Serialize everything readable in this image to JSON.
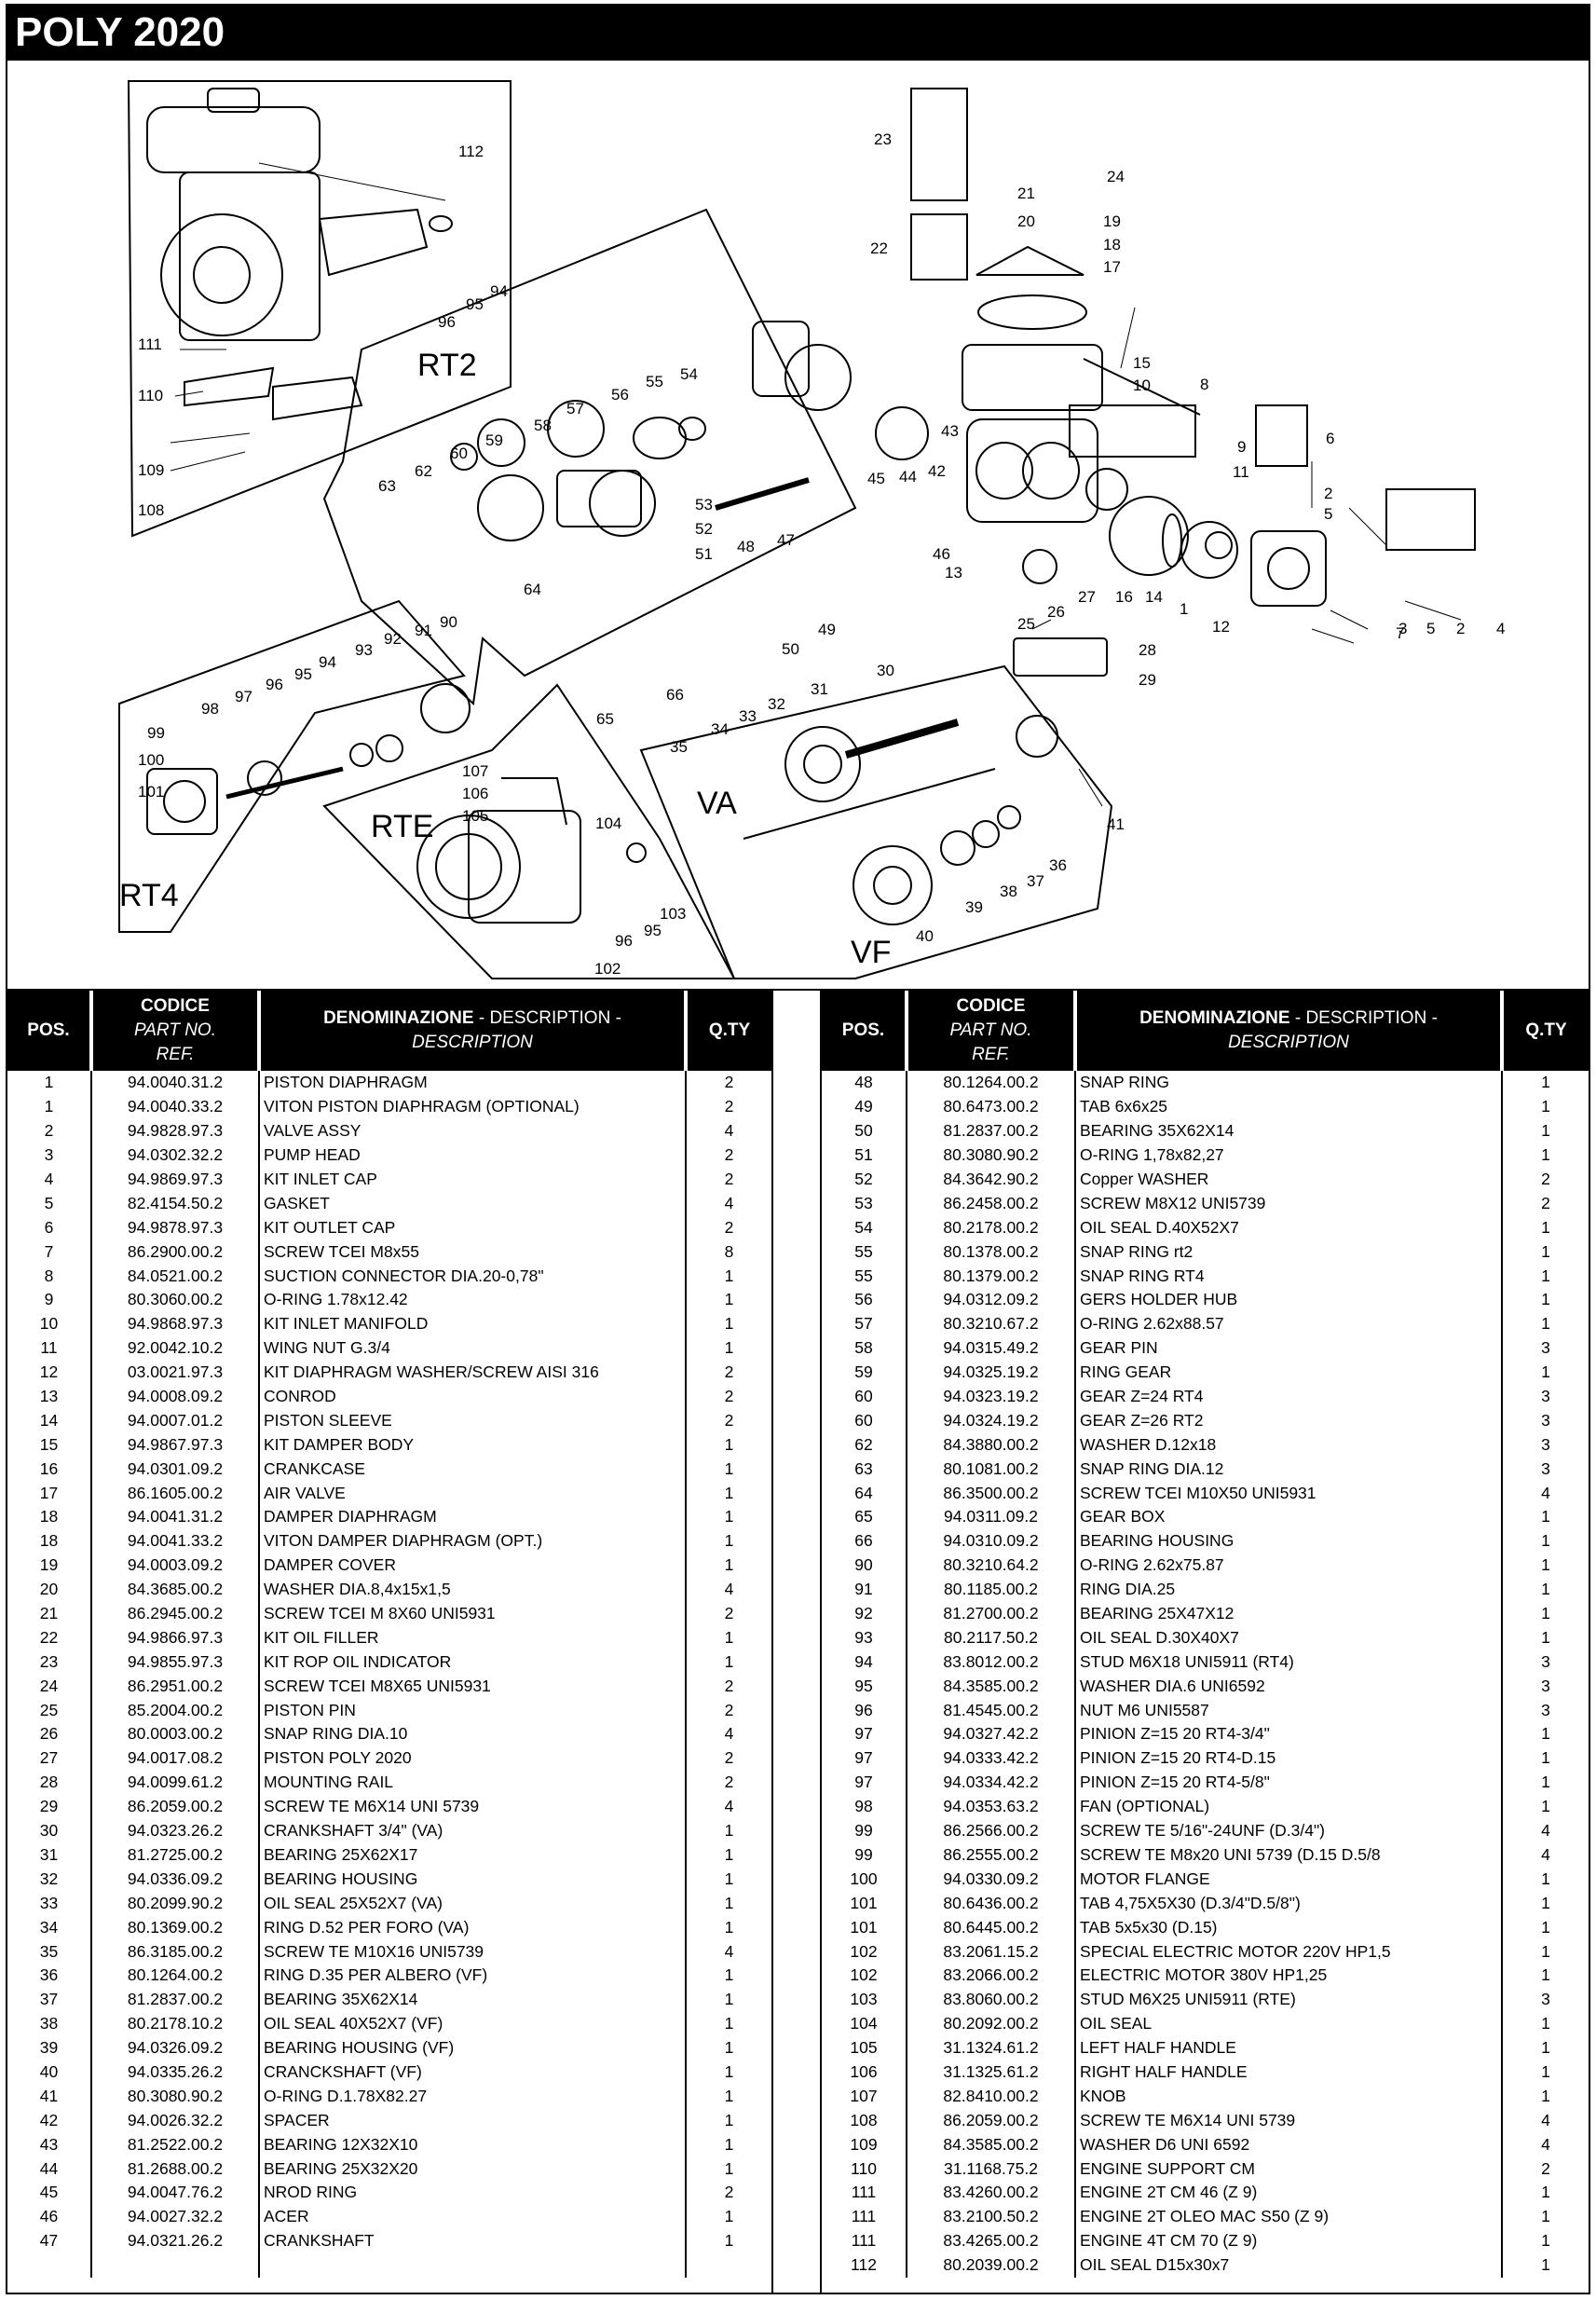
{
  "title": "POLY 2020",
  "diagram": {
    "sections": {
      "rt2": "RT2",
      "rt4": "RT4",
      "rte": "RTE",
      "va": "VA",
      "vf": "VF"
    },
    "callouts": {
      "c1": "1",
      "c2": "2",
      "c2b": "2",
      "c3": "3",
      "c4": "4",
      "c5": "5",
      "c5b": "5",
      "c6": "6",
      "c7": "7",
      "c8": "8",
      "c9": "9",
      "c10": "10",
      "c11": "11",
      "c12": "12",
      "c13": "13",
      "c14": "14",
      "c15": "15",
      "c16": "16",
      "c17": "17",
      "c18": "18",
      "c19": "19",
      "c20": "20",
      "c21": "21",
      "c22": "22",
      "c23": "23",
      "c24": "24",
      "c25": "25",
      "c26": "26",
      "c27": "27",
      "c28": "28",
      "c29": "29",
      "c30": "30",
      "c31": "31",
      "c32": "32",
      "c33": "33",
      "c34": "34",
      "c35": "35",
      "c36": "36",
      "c37": "37",
      "c38": "38",
      "c39": "39",
      "c40": "40",
      "c41": "41",
      "c42": "42",
      "c43": "43",
      "c44": "44",
      "c45": "45",
      "c46": "46",
      "c47": "47",
      "c48": "48",
      "c49": "49",
      "c50": "50",
      "c51": "51",
      "c52": "52",
      "c53": "53",
      "c54": "54",
      "c55": "55",
      "c56": "56",
      "c57": "57",
      "c58": "58",
      "c59": "59",
      "c60": "60",
      "c62": "62",
      "c63": "63",
      "c64": "64",
      "c65": "65",
      "c66": "66",
      "c90": "90",
      "c91": "91",
      "c92": "92",
      "c93": "93",
      "c94": "94",
      "c95": "95",
      "c96": "96",
      "c97": "97",
      "c98": "98",
      "c99": "99",
      "c100": "100",
      "c101": "101",
      "c102": "102",
      "c103": "103",
      "c104": "104",
      "c105": "105",
      "c106": "106",
      "c107": "107",
      "c108": "108",
      "c109": "109",
      "c110": "110",
      "c111": "111",
      "c112": "112",
      "c94b": "94",
      "c95b": "95",
      "c96b": "96",
      "c95c": "95",
      "c96c": "96"
    }
  },
  "table": {
    "headers": {
      "pos": "POS.",
      "code_main": "CODICE",
      "code_sub1": "PART NO.",
      "code_sub2": "REF.",
      "desc_main": "DENOMINAZIONE",
      "desc_sep": " - DESCRIPTION -",
      "desc_sub": "DESCRIPTION",
      "qty": "Q.TY"
    },
    "left_rows": [
      [
        "1",
        "94.0040.31.2",
        "PISTON DIAPHRAGM",
        "2"
      ],
      [
        "1",
        "94.0040.33.2",
        "VITON PISTON DIAPHRAGM (OPTIONAL)",
        "2"
      ],
      [
        "2",
        "94.9828.97.3",
        "VALVE ASSY",
        "4"
      ],
      [
        "3",
        "94.0302.32.2",
        "PUMP HEAD",
        "2"
      ],
      [
        "4",
        "94.9869.97.3",
        "KIT INLET CAP",
        "2"
      ],
      [
        "5",
        "82.4154.50.2",
        "GASKET",
        "4"
      ],
      [
        "6",
        "94.9878.97.3",
        "KIT OUTLET CAP",
        "2"
      ],
      [
        "7",
        "86.2900.00.2",
        "SCREW TCEI M8x55",
        "8"
      ],
      [
        "8",
        "84.0521.00.2",
        "SUCTION CONNECTOR DIA.20-0,78\"",
        "1"
      ],
      [
        "9",
        "80.3060.00.2",
        "O-RING 1.78x12.42",
        "1"
      ],
      [
        "10",
        "94.9868.97.3",
        "KIT INLET MANIFOLD",
        "1"
      ],
      [
        "11",
        "92.0042.10.2",
        "WING NUT G.3/4",
        "1"
      ],
      [
        "12",
        "03.0021.97.3",
        "KIT DIAPHRAGM WASHER/SCREW AISI 316",
        "2"
      ],
      [
        "13",
        "94.0008.09.2",
        "CONROD",
        "2"
      ],
      [
        "14",
        "94.0007.01.2",
        "PISTON SLEEVE",
        "2"
      ],
      [
        "15",
        "94.9867.97.3",
        "KIT DAMPER BODY",
        "1"
      ],
      [
        "16",
        "94.0301.09.2",
        "CRANKCASE",
        "1"
      ],
      [
        "17",
        "86.1605.00.2",
        "AIR VALVE",
        "1"
      ],
      [
        "18",
        "94.0041.31.2",
        "DAMPER DIAPHRAGM",
        "1"
      ],
      [
        "18",
        "94.0041.33.2",
        "VITON DAMPER DIAPHRAGM (OPT.)",
        "1"
      ],
      [
        "19",
        "94.0003.09.2",
        "DAMPER COVER",
        "1"
      ],
      [
        "20",
        "84.3685.00.2",
        "WASHER DIA.8,4x15x1,5",
        "4"
      ],
      [
        "21",
        "86.2945.00.2",
        "SCREW TCEI M 8X60 UNI5931",
        "2"
      ],
      [
        "22",
        "94.9866.97.3",
        "KIT OIL FILLER",
        "1"
      ],
      [
        "23",
        "94.9855.97.3",
        "KIT ROP OIL INDICATOR",
        "1"
      ],
      [
        "24",
        "86.2951.00.2",
        "SCREW TCEI M8X65 UNI5931",
        "2"
      ],
      [
        "25",
        "85.2004.00.2",
        "PISTON PIN",
        "2"
      ],
      [
        "26",
        "80.0003.00.2",
        "SNAP RING DIA.10",
        "4"
      ],
      [
        "27",
        "94.0017.08.2",
        "PISTON POLY 2020",
        "2"
      ],
      [
        "28",
        "94.0099.61.2",
        "MOUNTING RAIL",
        "2"
      ],
      [
        "29",
        "86.2059.00.2",
        "SCREW TE M6X14 UNI 5739",
        "4"
      ],
      [
        "30",
        "94.0323.26.2",
        "CRANKSHAFT 3/4\"  (VA)",
        "1"
      ],
      [
        "31",
        "81.2725.00.2",
        "BEARING 25X62X17",
        "1"
      ],
      [
        "32",
        "94.0336.09.2",
        "BEARING HOUSING",
        "1"
      ],
      [
        "33",
        "80.2099.90.2",
        "OIL SEAL 25X52X7 (VA)",
        "1"
      ],
      [
        "34",
        "80.1369.00.2",
        "RING D.52 PER FORO (VA)",
        "1"
      ],
      [
        "35",
        "86.3185.00.2",
        "SCREW TE M10X16 UNI5739",
        "4"
      ],
      [
        "36",
        "80.1264.00.2",
        "RING D.35 PER ALBERO (VF)",
        "1"
      ],
      [
        "37",
        "81.2837.00.2",
        "BEARING 35X62X14",
        "1"
      ],
      [
        "38",
        "80.2178.10.2",
        "OIL SEAL 40X52X7 (VF)",
        "1"
      ],
      [
        "39",
        "94.0326.09.2",
        "BEARING HOUSING (VF)",
        "1"
      ],
      [
        "40",
        "94.0335.26.2",
        "CRANCKSHAFT (VF)",
        "1"
      ],
      [
        "41",
        "80.3080.90.2",
        "O-RING D.1.78X82.27",
        "1"
      ],
      [
        "42",
        "94.0026.32.2",
        "SPACER",
        "1"
      ],
      [
        "43",
        "81.2522.00.2",
        "BEARING 12X32X10",
        "1"
      ],
      [
        "44",
        "81.2688.00.2",
        "BEARING 25X32X20",
        "1"
      ],
      [
        "45",
        "94.0047.76.2",
        "NROD RING",
        "2"
      ],
      [
        "46",
        "94.0027.32.2",
        "ACER",
        "1"
      ],
      [
        "47",
        "94.0321.26.2",
        "CRANKSHAFT",
        "1"
      ],
      [
        "",
        "",
        "",
        ""
      ]
    ],
    "right_rows": [
      [
        "48",
        "80.1264.00.2",
        "SNAP RING",
        "1"
      ],
      [
        "49",
        "80.6473.00.2",
        "TAB 6x6x25",
        "1"
      ],
      [
        "50",
        "81.2837.00.2",
        "BEARING 35X62X14",
        "1"
      ],
      [
        "51",
        "80.3080.90.2",
        "O-RING 1,78x82,27",
        "1"
      ],
      [
        "52",
        "84.3642.90.2",
        "Copper WASHER",
        "2"
      ],
      [
        "53",
        "86.2458.00.2",
        "SCREW M8X12 UNI5739",
        "2"
      ],
      [
        "54",
        "80.2178.00.2",
        "OIL SEAL D.40X52X7",
        "1"
      ],
      [
        "55",
        "80.1378.00.2",
        "SNAP RING rt2",
        "1"
      ],
      [
        "55",
        "80.1379.00.2",
        "SNAP RING RT4",
        "1"
      ],
      [
        "56",
        "94.0312.09.2",
        "GERS HOLDER HUB",
        "1"
      ],
      [
        "57",
        "80.3210.67.2",
        "O-RING 2.62x88.57",
        "1"
      ],
      [
        "58",
        "94.0315.49.2",
        "GEAR PIN",
        "3"
      ],
      [
        "59",
        "94.0325.19.2",
        "RING GEAR",
        "1"
      ],
      [
        "60",
        "94.0323.19.2",
        "GEAR Z=24 RT4",
        "3"
      ],
      [
        "60",
        "94.0324.19.2",
        "GEAR Z=26 RT2",
        "3"
      ],
      [
        "62",
        "84.3880.00.2",
        "WASHER D.12x18",
        "3"
      ],
      [
        "63",
        "80.1081.00.2",
        "SNAP RING DIA.12",
        "3"
      ],
      [
        "64",
        "86.3500.00.2",
        "SCREW TCEI M10X50 UNI5931",
        "4"
      ],
      [
        "65",
        "94.0311.09.2",
        "GEAR BOX",
        "1"
      ],
      [
        "66",
        "94.0310.09.2",
        "BEARING HOUSING",
        "1"
      ],
      [
        "90",
        "80.3210.64.2",
        "O-RING 2.62x75.87",
        "1"
      ],
      [
        "91",
        "80.1185.00.2",
        "RING DIA.25",
        "1"
      ],
      [
        "92",
        "81.2700.00.2",
        "BEARING 25X47X12",
        "1"
      ],
      [
        "93",
        "80.2117.50.2",
        "OIL SEAL D.30X40X7",
        "1"
      ],
      [
        "94",
        "83.8012.00.2",
        "STUD M6X18 UNI5911 (RT4)",
        "3"
      ],
      [
        "95",
        "84.3585.00.2",
        "WASHER DIA.6 UNI6592",
        "3"
      ],
      [
        "96",
        "81.4545.00.2",
        "NUT M6 UNI5587",
        "3"
      ],
      [
        "97",
        "94.0327.42.2",
        "PINION Z=15 20 RT4-3/4\"",
        "1"
      ],
      [
        "97",
        "94.0333.42.2",
        "PINION Z=15 20 RT4-D.15",
        "1"
      ],
      [
        "97",
        "94.0334.42.2",
        "PINION Z=15 20 RT4-5/8\"",
        "1"
      ],
      [
        "98",
        "94.0353.63.2",
        "FAN (OPTIONAL)",
        "1"
      ],
      [
        "99",
        "86.2566.00.2",
        "SCREW TE 5/16\"-24UNF (D.3/4\")",
        "4"
      ],
      [
        "99",
        "86.2555.00.2",
        "SCREW TE M8x20 UNI 5739 (D.15 D.5/8",
        "4"
      ],
      [
        "100",
        "94.0330.09.2",
        "MOTOR FLANGE",
        "1"
      ],
      [
        "101",
        "80.6436.00.2",
        "TAB 4,75X5X30 (D.3/4\"D.5/8\")",
        "1"
      ],
      [
        "101",
        "80.6445.00.2",
        "TAB 5x5x30 (D.15)",
        "1"
      ],
      [
        "102",
        "83.2061.15.2",
        "SPECIAL ELECTRIC MOTOR 220V HP1,5",
        "1"
      ],
      [
        "102",
        "83.2066.00.2",
        "ELECTRIC MOTOR 380V HP1,25",
        "1"
      ],
      [
        "103",
        "83.8060.00.2",
        "STUD M6X25 UNI5911 (RTE)",
        "3"
      ],
      [
        "104",
        "80.2092.00.2",
        "OIL SEAL",
        "1"
      ],
      [
        "105",
        "31.1324.61.2",
        "LEFT HALF HANDLE",
        "1"
      ],
      [
        "106",
        "31.1325.61.2",
        "RIGHT HALF HANDLE",
        "1"
      ],
      [
        "107",
        "82.8410.00.2",
        "KNOB",
        "1"
      ],
      [
        "108",
        "86.2059.00.2",
        "SCREW TE M6X14 UNI 5739",
        "4"
      ],
      [
        "109",
        "84.3585.00.2",
        "WASHER D6 UNI 6592",
        "4"
      ],
      [
        "110",
        "31.1168.75.2",
        "ENGINE SUPPORT CM",
        "2"
      ],
      [
        "111",
        "83.4260.00.2",
        "ENGINE 2T CM 46 (Z 9)",
        "1"
      ],
      [
        "111",
        "83.2100.50.2",
        "ENGINE 2T OLEO MAC S50 (Z 9)",
        "1"
      ],
      [
        "111",
        "83.4265.00.2",
        "ENGINE 4T CM 70 (Z 9)",
        "1"
      ],
      [
        "112",
        "80.2039.00.2",
        "OIL SEAL D15x30x7",
        "1"
      ]
    ]
  }
}
